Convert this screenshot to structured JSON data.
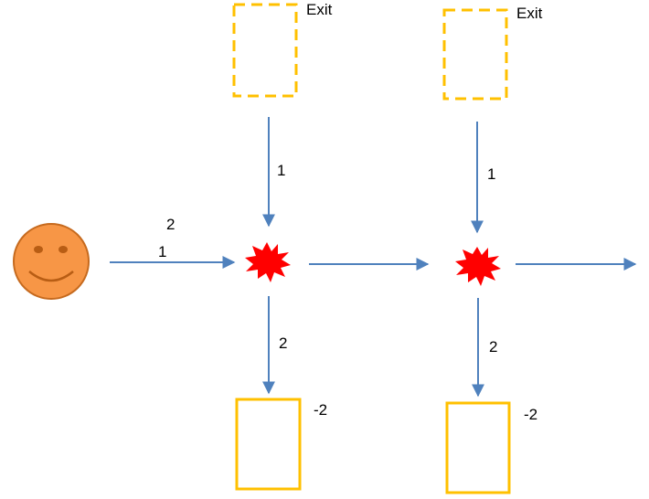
{
  "labels": {
    "exit_left": "Exit",
    "exit_right": "Exit",
    "agent_top": "2",
    "agent_bottom": "1",
    "down_left_top": "1",
    "down_right_top": "1",
    "down_left_bottom": "2",
    "down_right_bottom": "2",
    "penalty_left": "-2",
    "penalty_right": "-2"
  },
  "icons": {
    "agent": "smiley-face-icon",
    "collision": "red-starburst-icon"
  },
  "colors": {
    "arrow": "#4f81bd",
    "box": "#ffc000",
    "face_fill": "#f79646",
    "face_stroke": "#c66a1e",
    "burst": "#ff0000"
  }
}
